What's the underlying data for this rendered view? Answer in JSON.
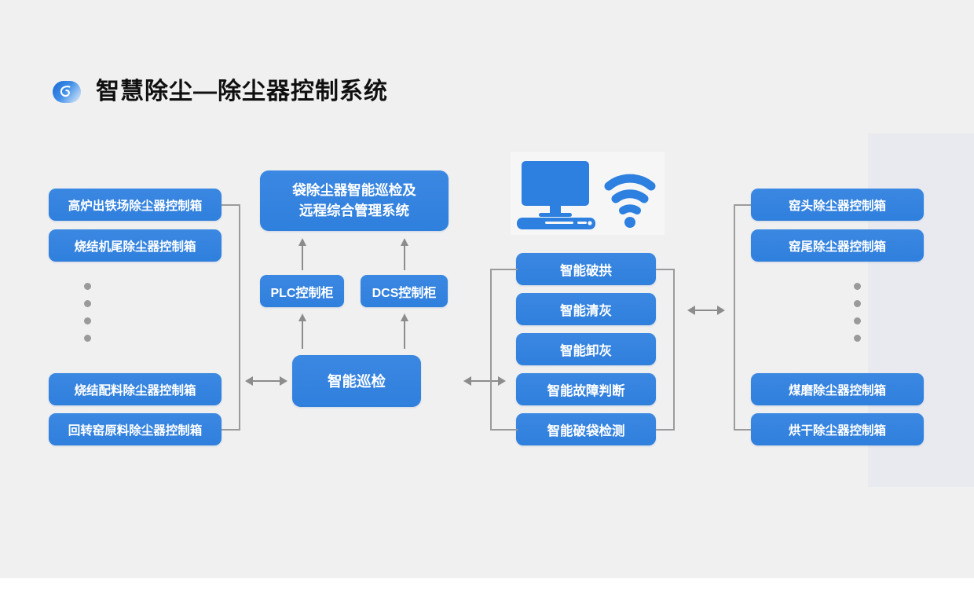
{
  "header": {
    "title": "智慧除尘—除尘器控制系统",
    "logo_icon": "swirl-logo-icon"
  },
  "colors": {
    "node_blue": "#3083e0",
    "canvas_bg": "#f0f0f0",
    "panel_bg": "#e9eaef",
    "connector_gray": "#9b9b9b",
    "dot_gray": "#9a9a9a",
    "icon_blue": "#2d80e0"
  },
  "illustration": {
    "monitor_icon": "desktop-computer-icon",
    "wifi_icon": "wifi-icon"
  },
  "left_column": {
    "items_top": [
      {
        "label": "高炉出铁场除尘器控制箱"
      },
      {
        "label": "烧结机尾除尘器控制箱"
      }
    ],
    "ellipsis_dots": 4,
    "items_bottom": [
      {
        "label": "烧结配料除尘器控制箱"
      },
      {
        "label": "回转窑原料除尘器控制箱"
      }
    ]
  },
  "center_column": {
    "top_system": "袋除尘器智能巡检及远程综合管理系统",
    "top_system_line1": "袋除尘器智能巡检及",
    "top_system_line2": "远程综合管理系统",
    "cabinets": [
      {
        "label": "PLC控制柜"
      },
      {
        "label": "DCS控制柜"
      }
    ],
    "hub": "智能巡检"
  },
  "function_column": {
    "items": [
      {
        "label": "智能破拱"
      },
      {
        "label": "智能清灰"
      },
      {
        "label": "智能卸灰"
      },
      {
        "label": "智能故障判断"
      },
      {
        "label": "智能破袋检测"
      }
    ]
  },
  "right_column": {
    "items_top": [
      {
        "label": "窑头除尘器控制箱"
      },
      {
        "label": "窑尾除尘器控制箱"
      }
    ],
    "ellipsis_dots": 4,
    "items_bottom": [
      {
        "label": "煤磨除尘器控制箱"
      },
      {
        "label": "烘干除尘器控制箱"
      }
    ]
  }
}
